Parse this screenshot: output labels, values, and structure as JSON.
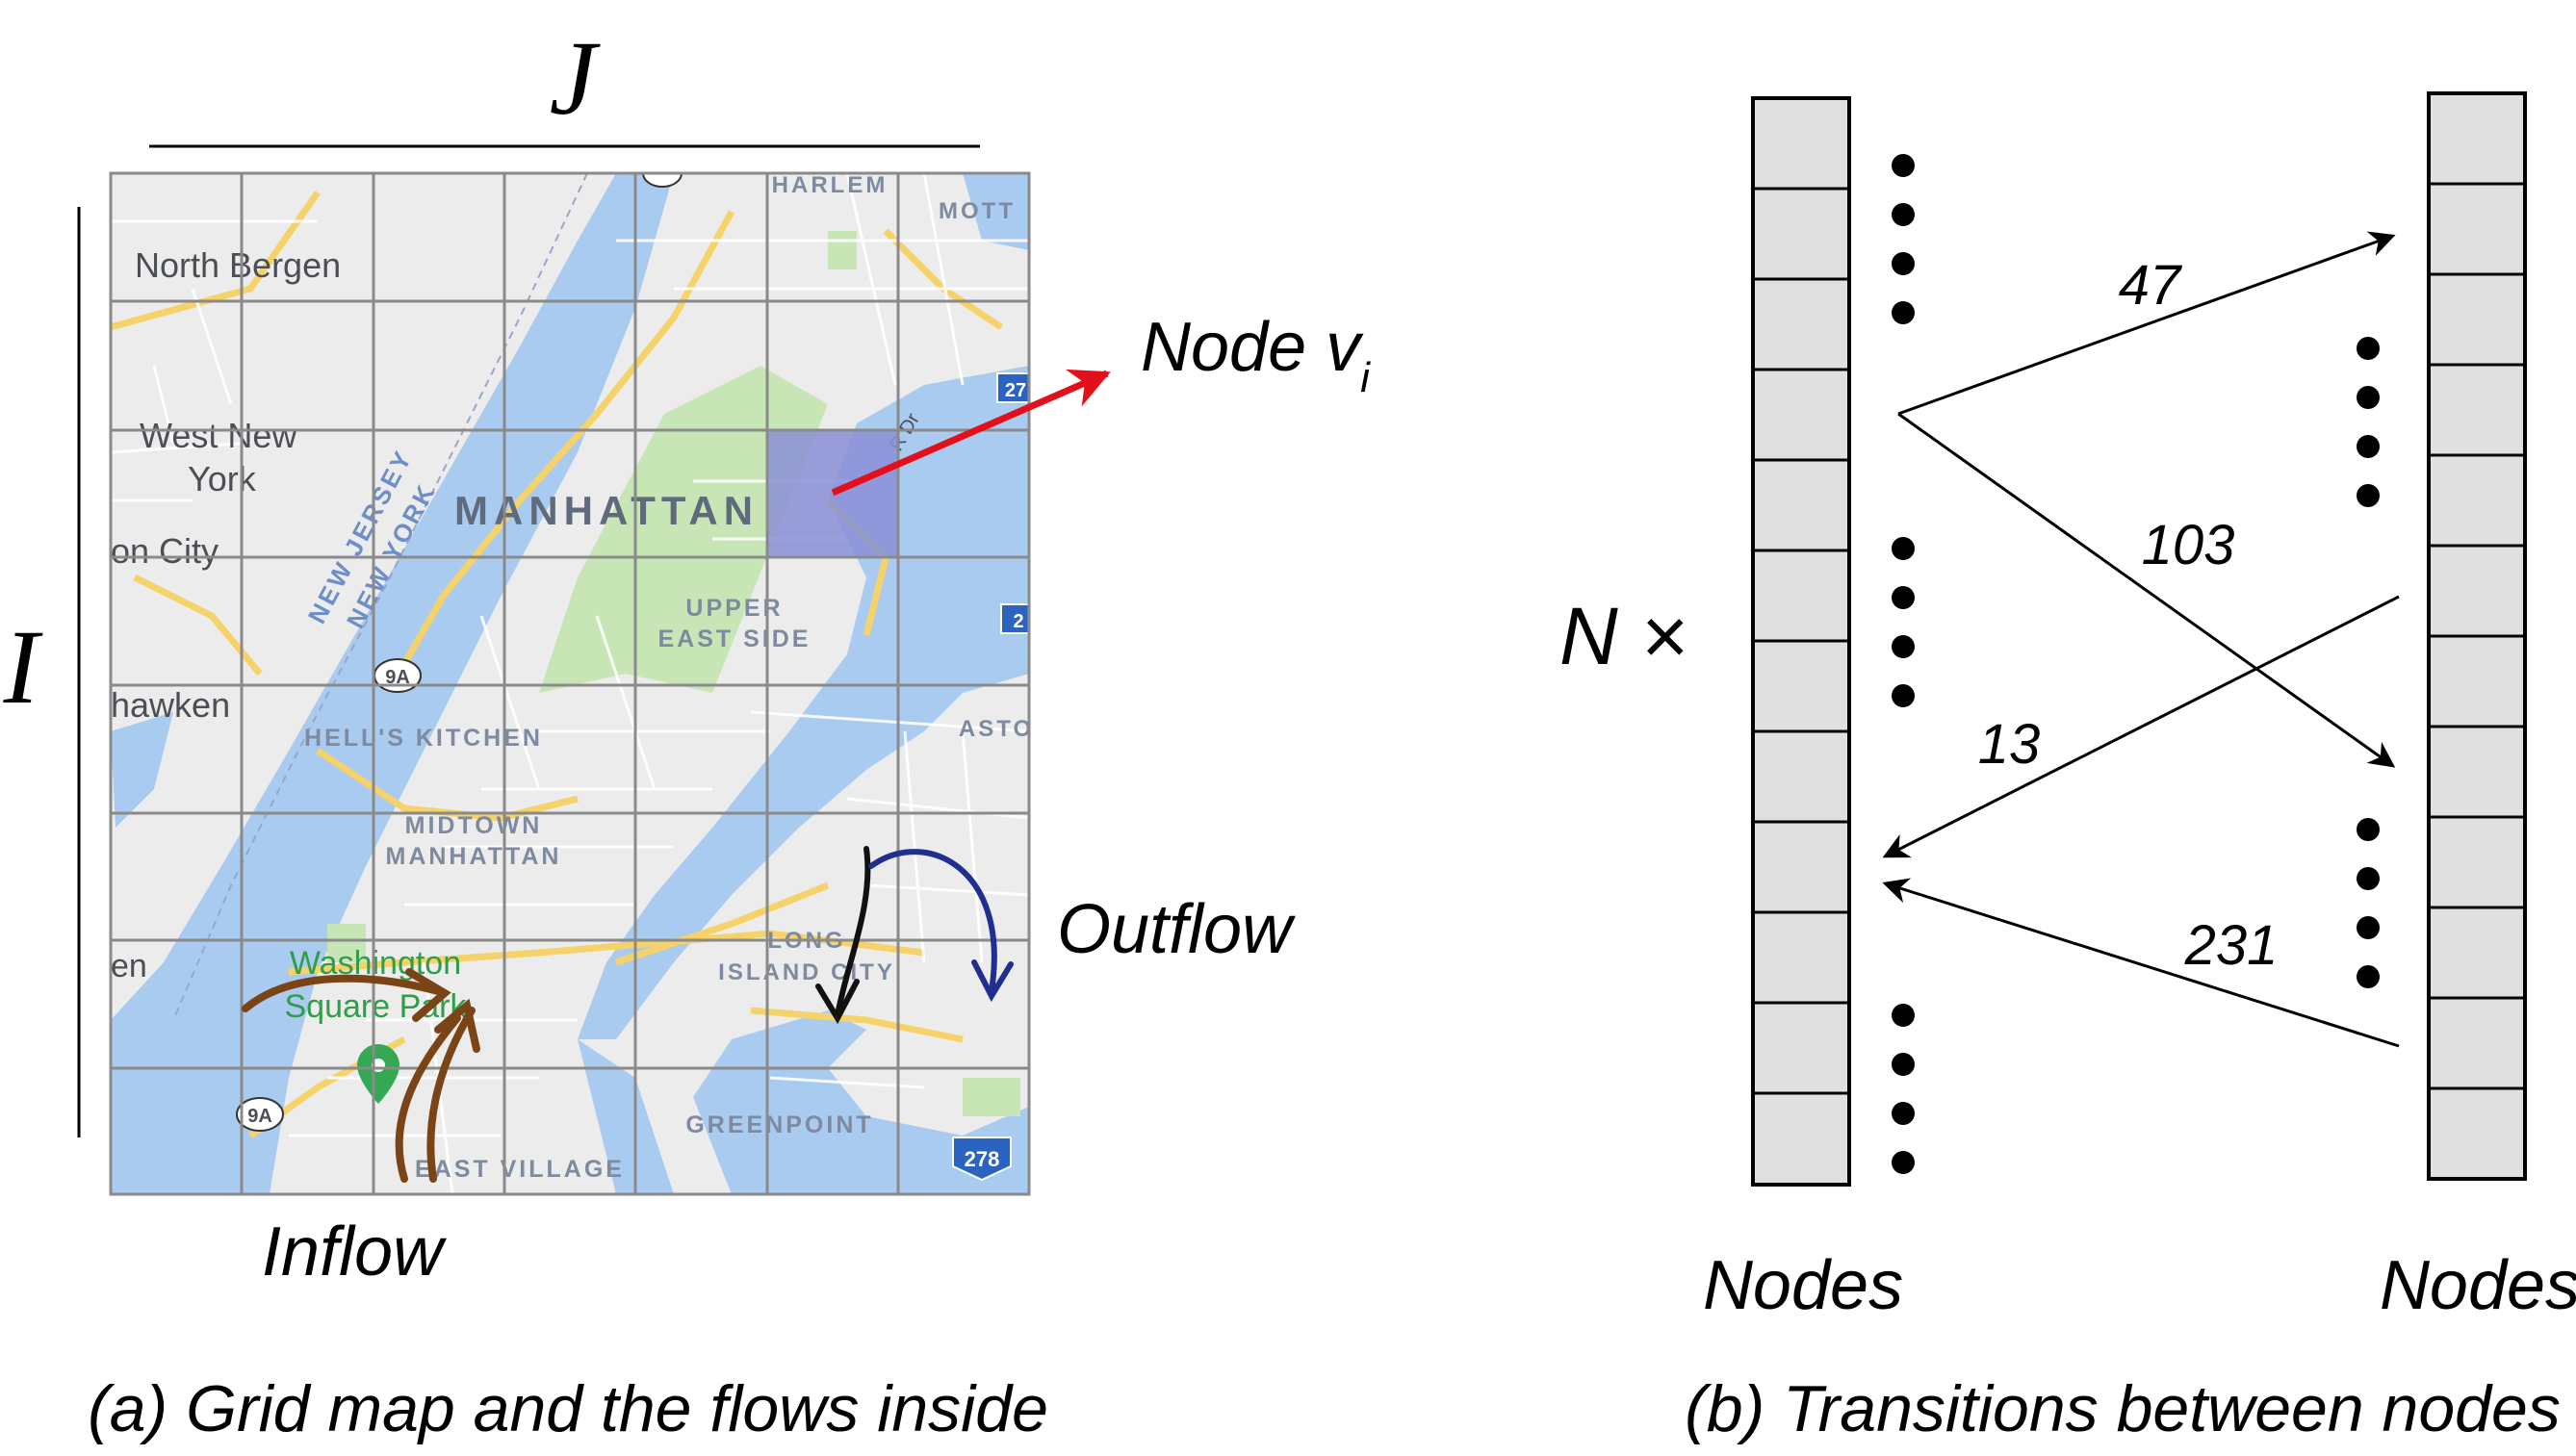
{
  "panel_a": {
    "axis_top": "J",
    "axis_left": "I",
    "node_label_main": "Node v",
    "node_label_sub": "i",
    "outflow_label": "Outflow",
    "inflow_label": "Inflow",
    "caption": "(a) Grid map and the flows inside",
    "map_labels": {
      "north_bergen": "North Bergen",
      "west_new": "West New",
      "york": "York",
      "union_city": "on City",
      "weehawken": "hawken",
      "manhattan": "MANHATTAN",
      "new_jersey": "NEW JERSEY",
      "new_york": "NEW YORK",
      "upper": "UPPER",
      "east_side": "EAST SIDE",
      "hells_kitchen": "HELL'S KITCHEN",
      "midtown": "MIDTOWN",
      "midtown_manhattan": "MANHATTAN",
      "washington": "Washington",
      "square_park": "Square Park",
      "long_island": "LONG",
      "island_city": "ISLAND CITY",
      "greenpoint": "GREENPOINT",
      "east_village": "EAST VILLAGE",
      "harlem": "HARLEM",
      "mott": "MOTT",
      "astoria": "ASTO",
      "jersey_en": "en",
      "route_9a_top": "9A",
      "route_9a_bottom": "9A",
      "route_278": "278",
      "route_27": "27",
      "route_2": "2",
      "fdr_dr": "R Dr"
    }
  },
  "panel_b": {
    "n_times": "N ×",
    "left_nodes_label": "Nodes",
    "right_nodes_label": "Nodes",
    "caption": "(b) Transitions between nodes",
    "edge_labels": [
      "47",
      "103",
      "13",
      "231"
    ]
  },
  "colors": {
    "node_fill": "#e0e0e0",
    "highlight_cell": "#8a8fd6",
    "node_arrow": "#e3101b",
    "outflow_arrow": "#1f2f8f",
    "inflow_arrow": "#7a4416",
    "water": "#a9cbf0",
    "land": "#ececec",
    "park": "#c8e6b5"
  },
  "icons": [
    "location-pin-icon"
  ]
}
